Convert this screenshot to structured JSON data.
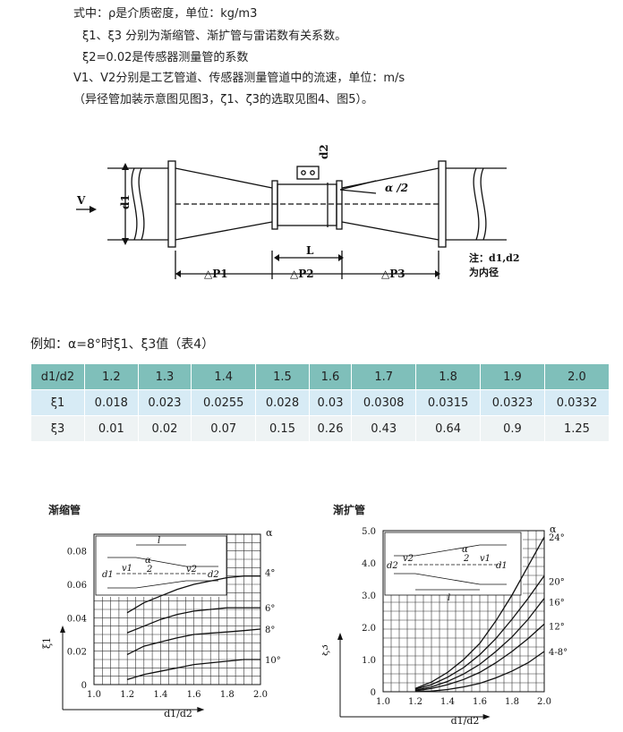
{
  "intro": {
    "line1": "式中：ρ是介质密度，单位：kg/m3",
    "line2": "ξ1、ξ3 分别为渐缩管、渐扩管与雷诺数有关系数。",
    "line3": "ξ2=0.02是传感器测量管的系数",
    "line4": "V1、V2分别是工艺管道、传感器测量管道中的流速，单位：m/s",
    "line5": "（异径管加装示意图见图3，ζ1、ζ3的选取见图4、图5）。"
  },
  "diagram": {
    "label_v": "V",
    "label_d1": "d1",
    "label_d2": "d2",
    "label_alpha": "α /2",
    "label_L": "L",
    "label_p1": "△P1",
    "label_p2": "△P2",
    "label_p3": "△P3",
    "note_line1": "注：d1,d2",
    "note_line2": "为内径"
  },
  "example_caption": "例如：α=8°时ξ1、ξ3值（表4）",
  "table": {
    "header": [
      "d1/d2",
      "1.2",
      "1.3",
      "1.4",
      "1.5",
      "1.6",
      "1.7",
      "1.8",
      "1.9",
      "2.0"
    ],
    "rows": [
      [
        "ξ1",
        "0.018",
        "0.023",
        "0.0255",
        "0.028",
        "0.03",
        "0.0308",
        "0.0315",
        "0.0323",
        "0.0332"
      ],
      [
        "ξ3",
        "0.01",
        "0.02",
        "0.07",
        "0.15",
        "0.26",
        "0.43",
        "0.64",
        "0.9",
        "1.25"
      ]
    ]
  },
  "chart_data": [
    {
      "type": "line",
      "title": "渐缩管",
      "xlabel": "d1/d2",
      "ylabel": "ξ1",
      "xlim": [
        1.0,
        2.0
      ],
      "ylim": [
        0,
        0.09
      ],
      "x_ticks": [
        "1.0",
        "1.2",
        "1.4",
        "1.6",
        "1.8",
        "2.0"
      ],
      "y_ticks": [
        "0",
        "0.02",
        "0.04",
        "0.06",
        "0.08"
      ],
      "legend_title": "α",
      "inset_labels": [
        "l",
        "α",
        "2",
        "d1",
        "v1",
        "v2",
        "d2"
      ],
      "series": [
        {
          "name": "4°",
          "x": [
            1.2,
            1.3,
            1.4,
            1.5,
            1.6,
            1.7,
            1.8,
            1.9,
            2.0
          ],
          "values": [
            0.043,
            0.049,
            0.053,
            0.057,
            0.06,
            0.062,
            0.064,
            0.065,
            0.065
          ]
        },
        {
          "name": "6°",
          "x": [
            1.2,
            1.3,
            1.4,
            1.5,
            1.6,
            1.7,
            1.8,
            1.9,
            2.0
          ],
          "values": [
            0.031,
            0.035,
            0.039,
            0.042,
            0.044,
            0.045,
            0.046,
            0.046,
            0.046
          ]
        },
        {
          "name": "8°",
          "x": [
            1.2,
            1.3,
            1.4,
            1.5,
            1.6,
            1.7,
            1.8,
            1.9,
            2.0
          ],
          "values": [
            0.018,
            0.023,
            0.0255,
            0.028,
            0.03,
            0.0308,
            0.0315,
            0.0323,
            0.0332
          ]
        },
        {
          "name": "10°",
          "x": [
            1.2,
            1.3,
            1.4,
            1.5,
            1.6,
            1.7,
            1.8,
            1.9,
            2.0
          ],
          "values": [
            0.003,
            0.006,
            0.008,
            0.01,
            0.012,
            0.013,
            0.014,
            0.015,
            0.015
          ]
        }
      ]
    },
    {
      "type": "line",
      "title": "渐扩管",
      "xlabel": "d1/d2",
      "ylabel": "ξ3",
      "xlim": [
        1.0,
        2.0
      ],
      "ylim": [
        0,
        5.0
      ],
      "x_ticks": [
        "1.0",
        "1.2",
        "1.4",
        "1.6",
        "1.8",
        "2.0"
      ],
      "y_ticks": [
        "0",
        "1.0",
        "2.0",
        "3.0",
        "4.0",
        "5.0"
      ],
      "legend_title": "α",
      "inset_labels": [
        "d2",
        "v2",
        "α",
        "2",
        "v1",
        "d1",
        "l"
      ],
      "series": [
        {
          "name": "24°",
          "x": [
            1.2,
            1.3,
            1.4,
            1.5,
            1.6,
            1.7,
            1.8,
            1.9,
            2.0
          ],
          "values": [
            0.1,
            0.3,
            0.6,
            1.0,
            1.5,
            2.2,
            3.0,
            3.9,
            4.8
          ]
        },
        {
          "name": "20°",
          "x": [
            1.2,
            1.3,
            1.4,
            1.5,
            1.6,
            1.7,
            1.8,
            1.9,
            2.0
          ],
          "values": [
            0.08,
            0.22,
            0.45,
            0.75,
            1.15,
            1.65,
            2.25,
            2.9,
            3.6
          ]
        },
        {
          "name": "16°",
          "x": [
            1.2,
            1.3,
            1.4,
            1.5,
            1.6,
            1.7,
            1.8,
            1.9,
            2.0
          ],
          "values": [
            0.05,
            0.15,
            0.32,
            0.55,
            0.85,
            1.25,
            1.7,
            2.25,
            2.9
          ]
        },
        {
          "name": "12°",
          "x": [
            1.2,
            1.3,
            1.4,
            1.5,
            1.6,
            1.7,
            1.8,
            1.9,
            2.0
          ],
          "values": [
            0.03,
            0.1,
            0.22,
            0.38,
            0.6,
            0.9,
            1.25,
            1.65,
            2.1
          ]
        },
        {
          "name": "4-8°",
          "x": [
            1.2,
            1.3,
            1.4,
            1.5,
            1.6,
            1.7,
            1.8,
            1.9,
            2.0
          ],
          "values": [
            0.01,
            0.02,
            0.07,
            0.15,
            0.26,
            0.43,
            0.64,
            0.9,
            1.25
          ]
        }
      ]
    }
  ]
}
